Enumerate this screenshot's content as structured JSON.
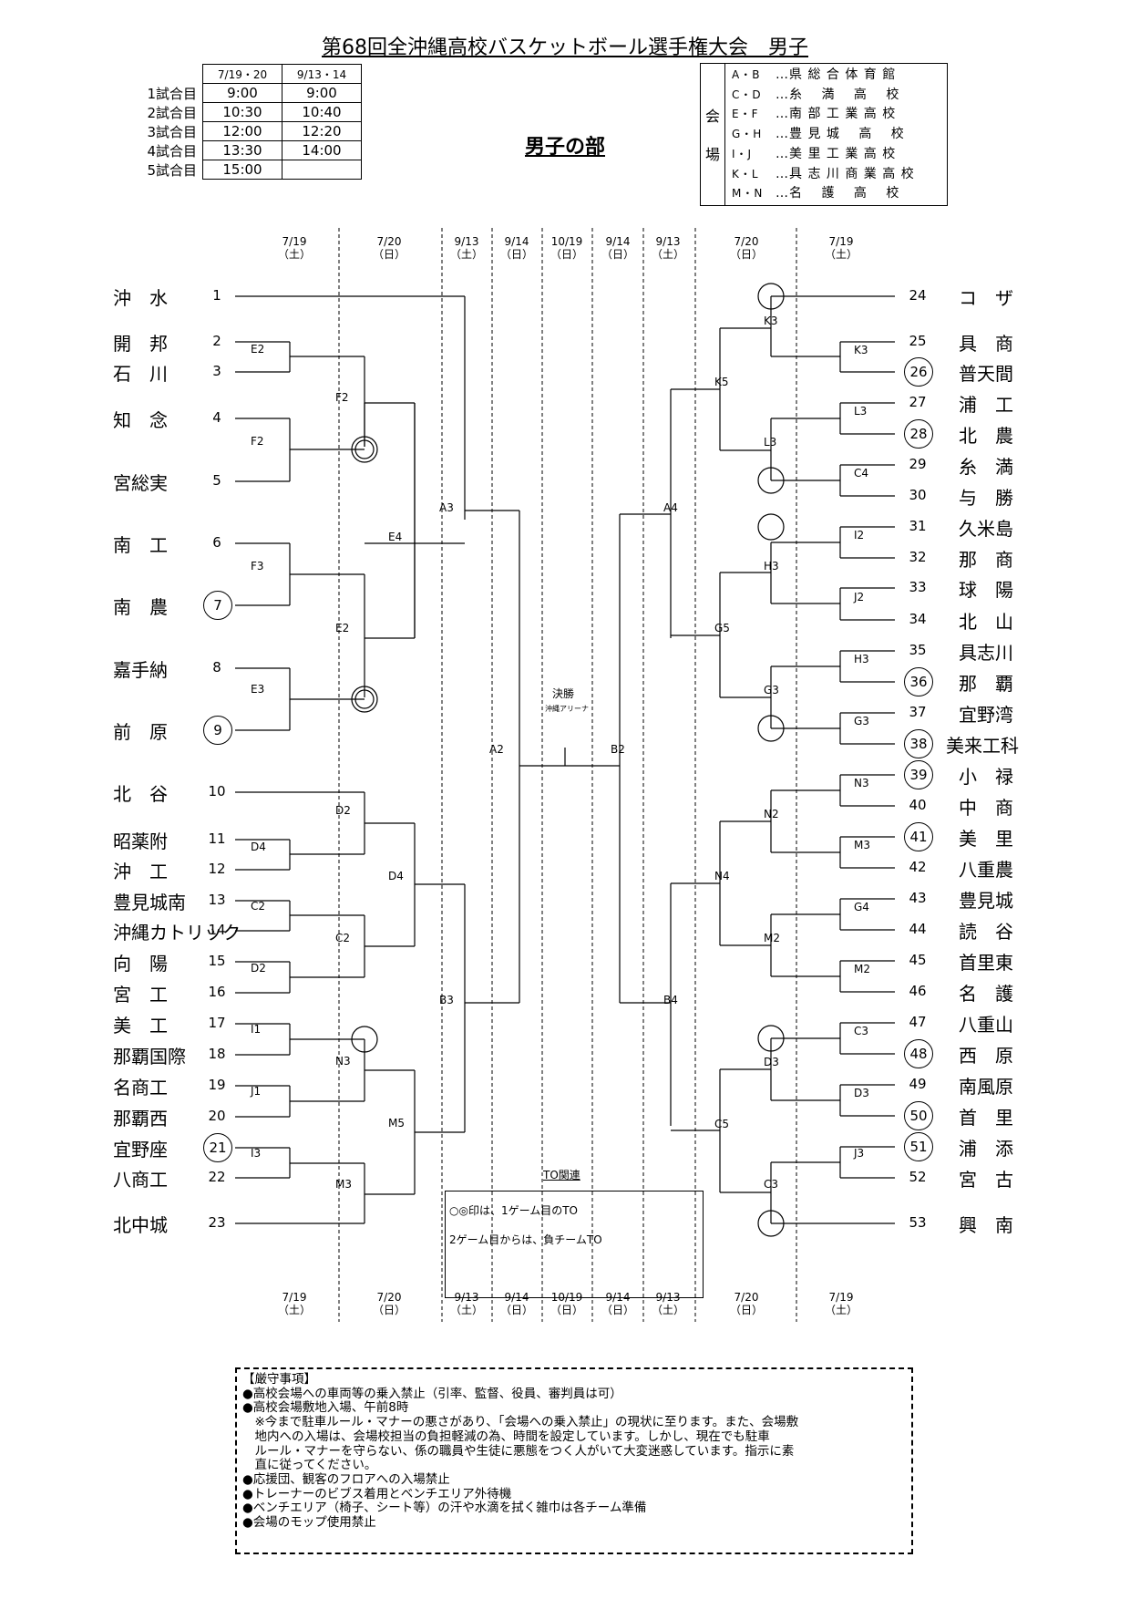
{
  "title": "第68回全沖縄高校バスケットボール選手権大会　男子",
  "section": "男子の部",
  "schedule": {
    "headers": [
      "7/19・20",
      "9/13・14"
    ],
    "rows": [
      {
        "label": "1試合目",
        "a": "9:00",
        "b": "9:00"
      },
      {
        "label": "2試合目",
        "a": "10:30",
        "b": "10:40"
      },
      {
        "label": "3試合目",
        "a": "12:00",
        "b": "12:20"
      },
      {
        "label": "4試合目",
        "a": "13:30",
        "b": "14:00"
      },
      {
        "label": "5試合目",
        "a": "15:00",
        "b": ""
      }
    ]
  },
  "venues": {
    "label1": "会",
    "label2": "場",
    "rows": [
      {
        "code": "A・B",
        "name": "…県 総 合 体 育 館"
      },
      {
        "code": "C・D",
        "name": "…糸　 満 　高　 校"
      },
      {
        "code": "E・F",
        "name": "…南 部 工 業 高 校"
      },
      {
        "code": "G・H",
        "name": "…豊 見 城 　高　 校"
      },
      {
        "code": "I・J",
        "name": "…美 里 工 業 高 校"
      },
      {
        "code": "K・L",
        "name": "…具 志 川 商 業 高 校"
      },
      {
        "code": "M・N",
        "name": "…名　 護 　高　 校"
      }
    ]
  },
  "dates": [
    "7/19",
    "7/20",
    "9/13",
    "9/14",
    "10/19",
    "9/14",
    "9/13",
    "7/20",
    "7/19"
  ],
  "days": [
    "（土）",
    "（日）",
    "（土）",
    "（日）",
    "（日）",
    "（日）",
    "（土）",
    "（日）",
    "（土）"
  ],
  "left_teams": [
    {
      "name": "沖　水",
      "num": "1",
      "circled": false
    },
    {
      "name": "開　邦",
      "num": "2",
      "circled": false
    },
    {
      "name": "石　川",
      "num": "3",
      "circled": false
    },
    {
      "name": "知　念",
      "num": "4",
      "circled": false
    },
    {
      "name": "宮総実",
      "num": "5",
      "circled": false
    },
    {
      "name": "南　工",
      "num": "6",
      "circled": false
    },
    {
      "name": "南　農",
      "num": "7",
      "circled": true
    },
    {
      "name": "嘉手納",
      "num": "8",
      "circled": false
    },
    {
      "name": "前　原",
      "num": "9",
      "circled": true
    },
    {
      "name": "北　谷",
      "num": "10",
      "circled": false
    },
    {
      "name": "昭薬附",
      "num": "11",
      "circled": false
    },
    {
      "name": "沖　工",
      "num": "12",
      "circled": false
    },
    {
      "name": "豊見城南",
      "num": "13",
      "circled": false
    },
    {
      "name": "沖縄カトリック",
      "num": "14",
      "circled": false
    },
    {
      "name": "向　陽",
      "num": "15",
      "circled": false
    },
    {
      "name": "宮　工",
      "num": "16",
      "circled": false
    },
    {
      "name": "美　工",
      "num": "17",
      "circled": false
    },
    {
      "name": "那覇国際",
      "num": "18",
      "circled": false
    },
    {
      "name": "名商工",
      "num": "19",
      "circled": false
    },
    {
      "name": "那覇西",
      "num": "20",
      "circled": false
    },
    {
      "name": "宜野座",
      "num": "21",
      "circled": true
    },
    {
      "name": "八商工",
      "num": "22",
      "circled": false
    },
    {
      "name": "北中城",
      "num": "23",
      "circled": false
    }
  ],
  "right_teams": [
    {
      "name": "コ　ザ",
      "num": "24",
      "circled": false
    },
    {
      "name": "具　商",
      "num": "25",
      "circled": false
    },
    {
      "name": "普天間",
      "num": "26",
      "circled": true
    },
    {
      "name": "浦　工",
      "num": "27",
      "circled": false
    },
    {
      "name": "北　農",
      "num": "28",
      "circled": true
    },
    {
      "name": "糸　満",
      "num": "29",
      "circled": false
    },
    {
      "name": "与　勝",
      "num": "30",
      "circled": false
    },
    {
      "name": "久米島",
      "num": "31",
      "circled": false
    },
    {
      "name": "那　商",
      "num": "32",
      "circled": false
    },
    {
      "name": "球　陽",
      "num": "33",
      "circled": false
    },
    {
      "name": "北　山",
      "num": "34",
      "circled": false
    },
    {
      "name": "具志川",
      "num": "35",
      "circled": false
    },
    {
      "name": "那　覇",
      "num": "36",
      "circled": true
    },
    {
      "name": "宜野湾",
      "num": "37",
      "circled": false
    },
    {
      "name": "美来工科",
      "num": "38",
      "circled": true
    },
    {
      "name": "小　禄",
      "num": "39",
      "circled": true
    },
    {
      "name": "中　商",
      "num": "40",
      "circled": false
    },
    {
      "name": "美　里",
      "num": "41",
      "circled": true
    },
    {
      "name": "八重農",
      "num": "42",
      "circled": false
    },
    {
      "name": "豊見城",
      "num": "43",
      "circled": false
    },
    {
      "name": "読　谷",
      "num": "44",
      "circled": false
    },
    {
      "name": "首里東",
      "num": "45",
      "circled": false
    },
    {
      "name": "名　護",
      "num": "46",
      "circled": false
    },
    {
      "name": "八重山",
      "num": "47",
      "circled": false
    },
    {
      "name": "西　原",
      "num": "48",
      "circled": true
    },
    {
      "name": "南風原",
      "num": "49",
      "circled": false
    },
    {
      "name": "首　里",
      "num": "50",
      "circled": true
    },
    {
      "name": "浦　添",
      "num": "51",
      "circled": true
    },
    {
      "name": "宮　古",
      "num": "52",
      "circled": false
    },
    {
      "name": "興　南",
      "num": "53",
      "circled": false
    }
  ],
  "game_labels": {
    "E2a": "E2",
    "F2a": "F2",
    "F2b": "F2",
    "F3": "F3",
    "E4": "E4",
    "E2b": "E2",
    "E3": "E3",
    "A3": "A3",
    "A2": "A2",
    "D2a": "D2",
    "D4a": "D4",
    "D4b": "D4",
    "C2a": "C2",
    "C2b": "C2",
    "D2b": "D2",
    "B3": "B3",
    "I1": "I1",
    "N3a": "N3",
    "J1": "J1",
    "M5": "M5",
    "I3": "I3",
    "M3a": "M3",
    "K3a": "K3",
    "K3b": "K3",
    "K5": "K5",
    "L3a": "L3",
    "L3b": "L3",
    "C4": "C4",
    "A4": "A4",
    "I2": "I2",
    "H3a": "H3",
    "J2": "J2",
    "G5": "G5",
    "H3b": "H3",
    "G3a": "G3",
    "G3b": "G3",
    "B2": "B2",
    "N3b": "N3",
    "N2": "N2",
    "M3b": "M3",
    "N4": "N4",
    "G4": "G4",
    "M2a": "M2",
    "M2b": "M2",
    "B4": "B4",
    "C3a": "C3",
    "D3a": "D3",
    "D3b": "D3",
    "C5": "C5",
    "J3": "J3",
    "C3b": "C3"
  },
  "final": {
    "label": "決勝",
    "venue": "沖縄アリーナ"
  },
  "to_box": {
    "title": "TO関連",
    "line1": "○◎印は、1ゲーム目のTO",
    "line2": "2ゲーム目からは、負チームTO"
  },
  "notes": {
    "title": "【厳守事項】",
    "lines": [
      "●高校会場への車両等の乗入禁止（引率、監督、役員、審判員は可）",
      "●高校会場敷地入場、午前8時",
      "　※今まで駐車ルール・マナーの悪さがあり、「会場への乗入禁止」の現状に至ります。また、会場敷",
      "　地内への入場は、会場校担当の負担軽減の為、時間を設定しています。しかし、現在でも駐車",
      "　ルール・マナーを守らない、係の職員や生徒に悪態をつく人がいて大変迷惑しています。指示に素",
      "　直に従ってください。",
      "●応援団、観客のフロアへの入場禁止",
      "●トレーナーのビブス着用とベンチエリア外待機",
      "●ベンチエリア（椅子、シート等）の汗や水滴を拭く雑巾は各チーム準備",
      "●会場のモップ使用禁止"
    ]
  }
}
